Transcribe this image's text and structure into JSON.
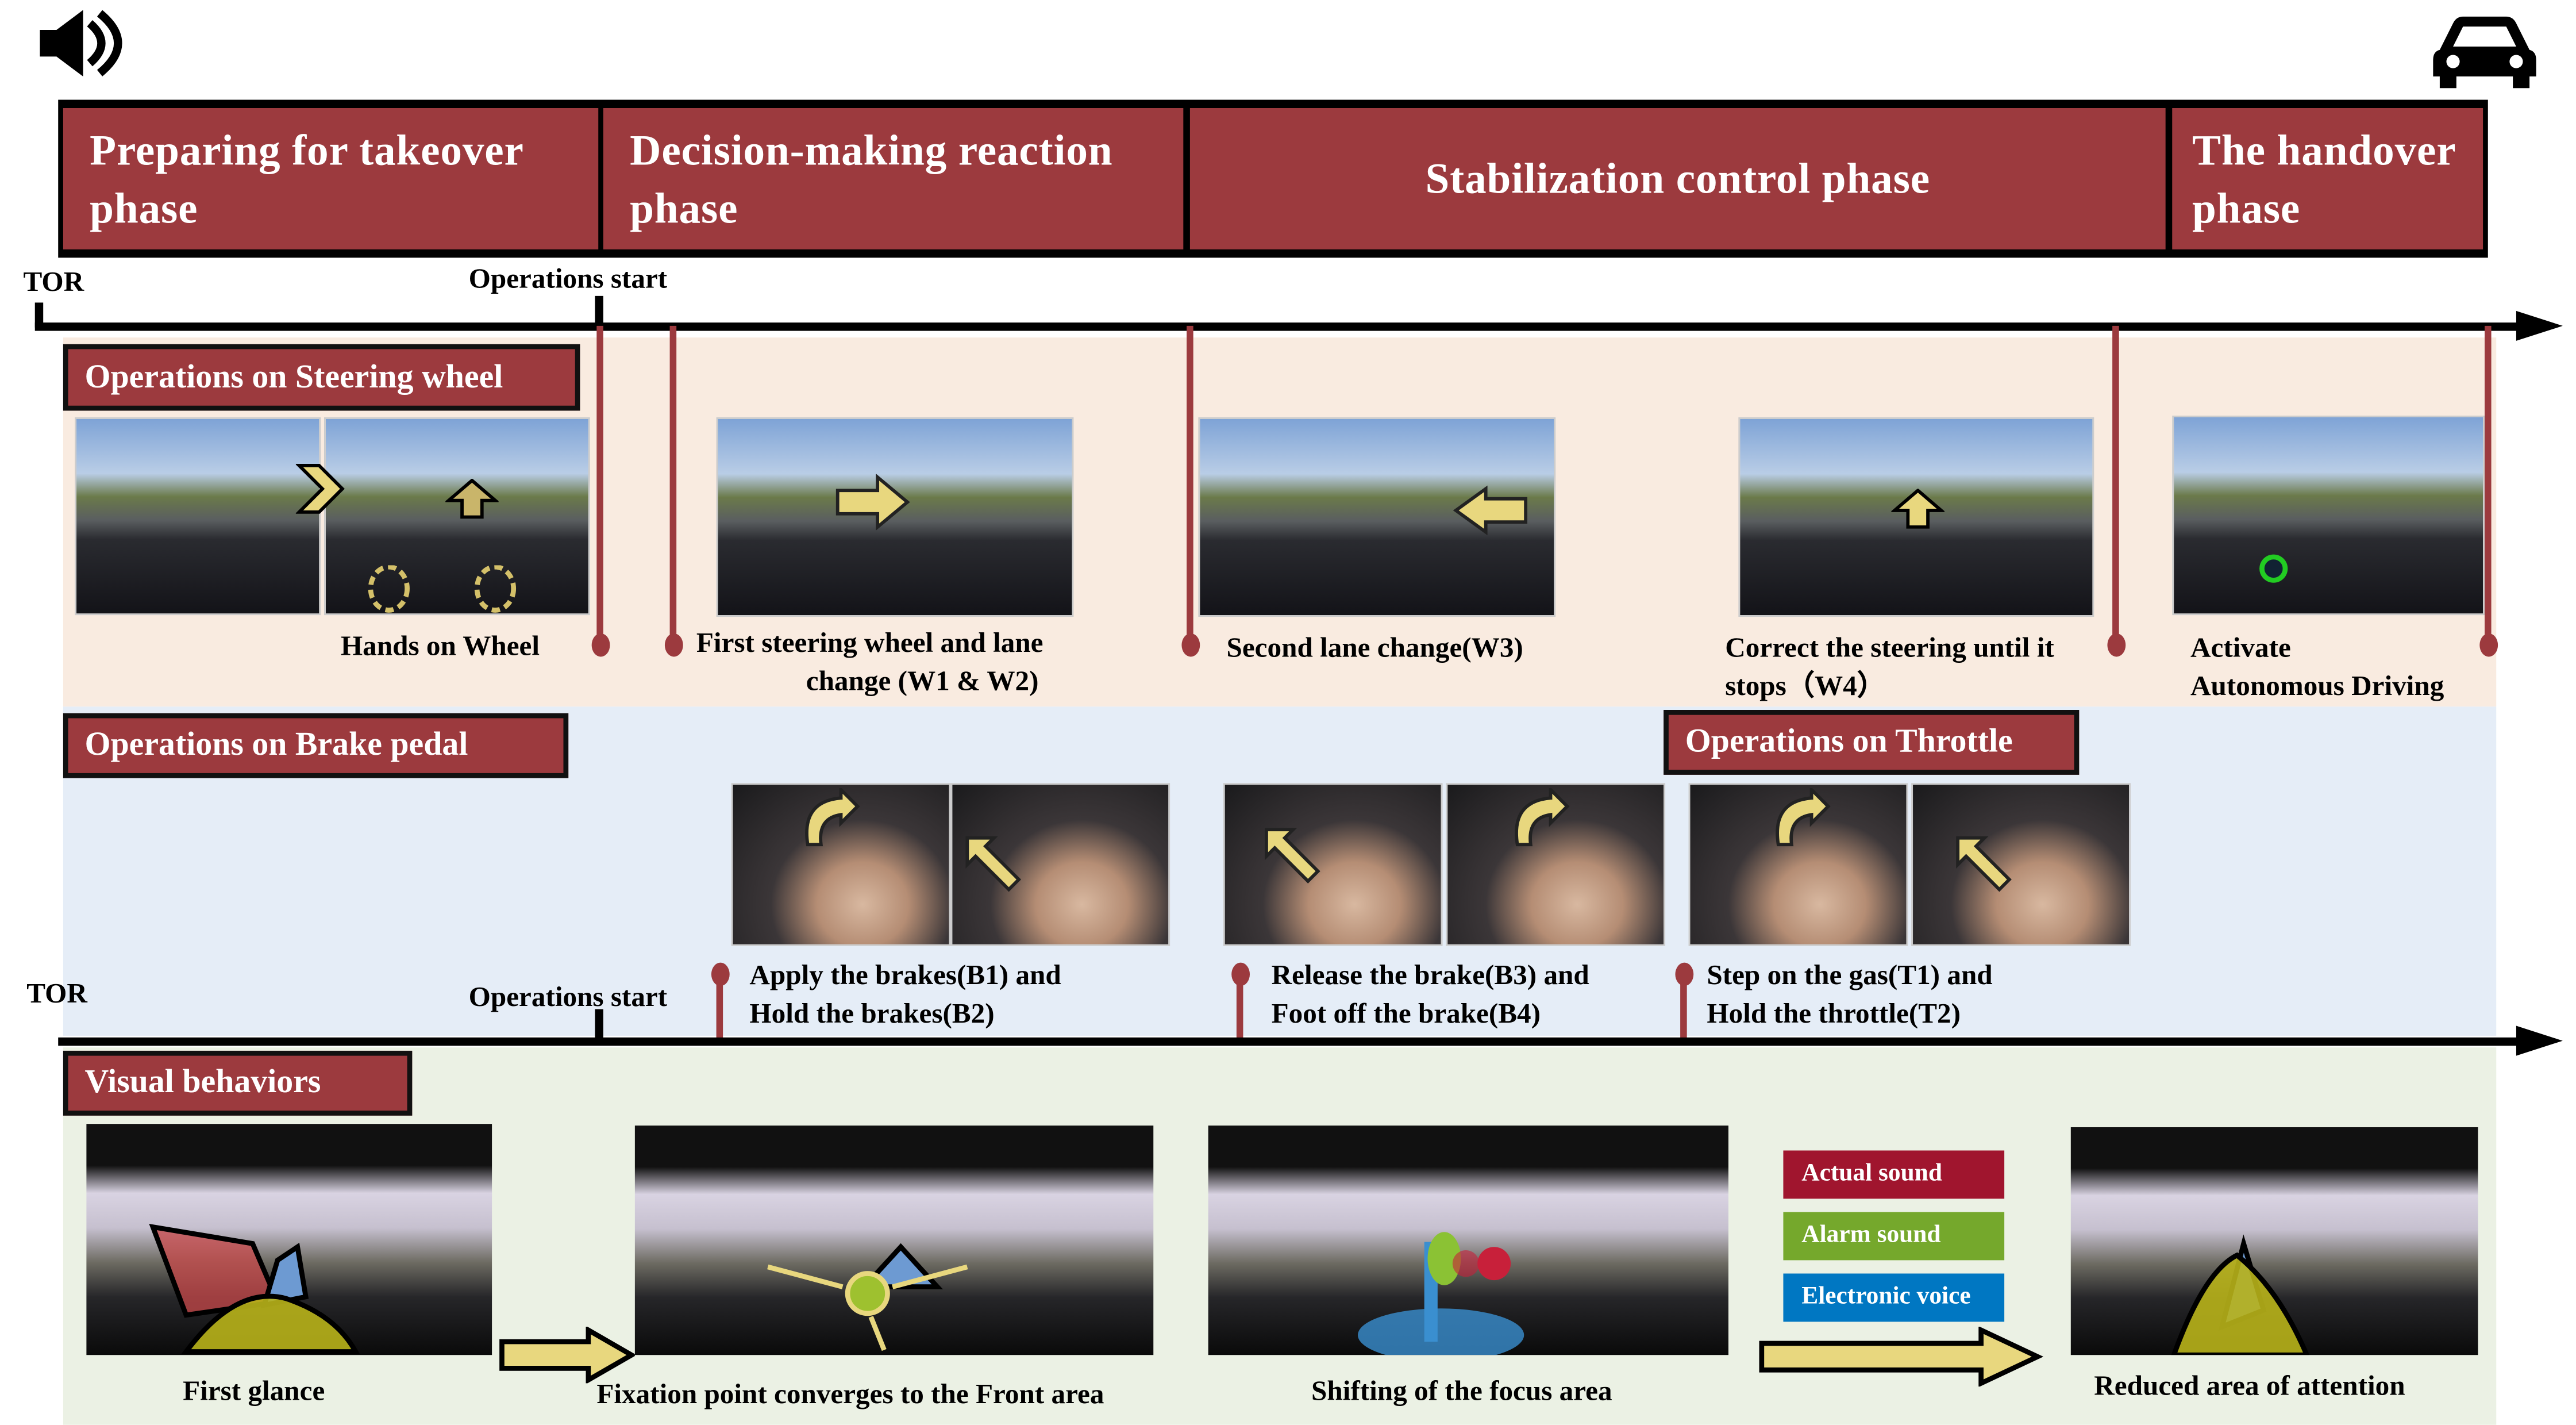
{
  "phases": [
    {
      "label": "Preparing for  takeover phase"
    },
    {
      "label": "Decision-making reaction phase"
    },
    {
      "label": "Stabilization control phase"
    },
    {
      "label": "The handover phase"
    }
  ],
  "timeline_top": {
    "tor": "TOR",
    "operations_start": "Operations start"
  },
  "timeline_bottom": {
    "tor": "TOR",
    "operations_start": "Operations start"
  },
  "steering": {
    "title": "Operations on Steering wheel",
    "captions": [
      "Hands on Wheel",
      "First steering wheel and lane",
      "change (W1 & W2)",
      "Second lane change(W3)",
      "Correct the steering until it",
      "stops（W4）",
      "Activate",
      "Autonomous Driving"
    ]
  },
  "brake": {
    "title": "Operations on Brake pedal",
    "throttle_title": "Operations on Throttle",
    "captions": [
      "Apply the brakes(B1) and",
      "Hold the brakes(B2)",
      "Release the brake(B3) and",
      "Foot off the brake(B4)",
      "Step on the gas(T1) and",
      "Hold the throttle(T2)"
    ]
  },
  "visual": {
    "title": "Visual behaviors",
    "captions": [
      "First glance",
      "Fixation point converges to the Front area",
      "Shifting of the focus area",
      "Reduced area of attention"
    ],
    "legend": [
      {
        "label": "Actual sound",
        "color": "#a0152e"
      },
      {
        "label": "Alarm sound",
        "color": "#75a82c"
      },
      {
        "label": "Electronic voice",
        "color": "#0077c2"
      }
    ]
  },
  "colors": {
    "phase": "#9c3a3e",
    "steering_bg": "#f9ebe0",
    "brake_bg": "#e5edf7",
    "visual_bg": "#ebf1e4",
    "arrow": "#e8d77e"
  }
}
